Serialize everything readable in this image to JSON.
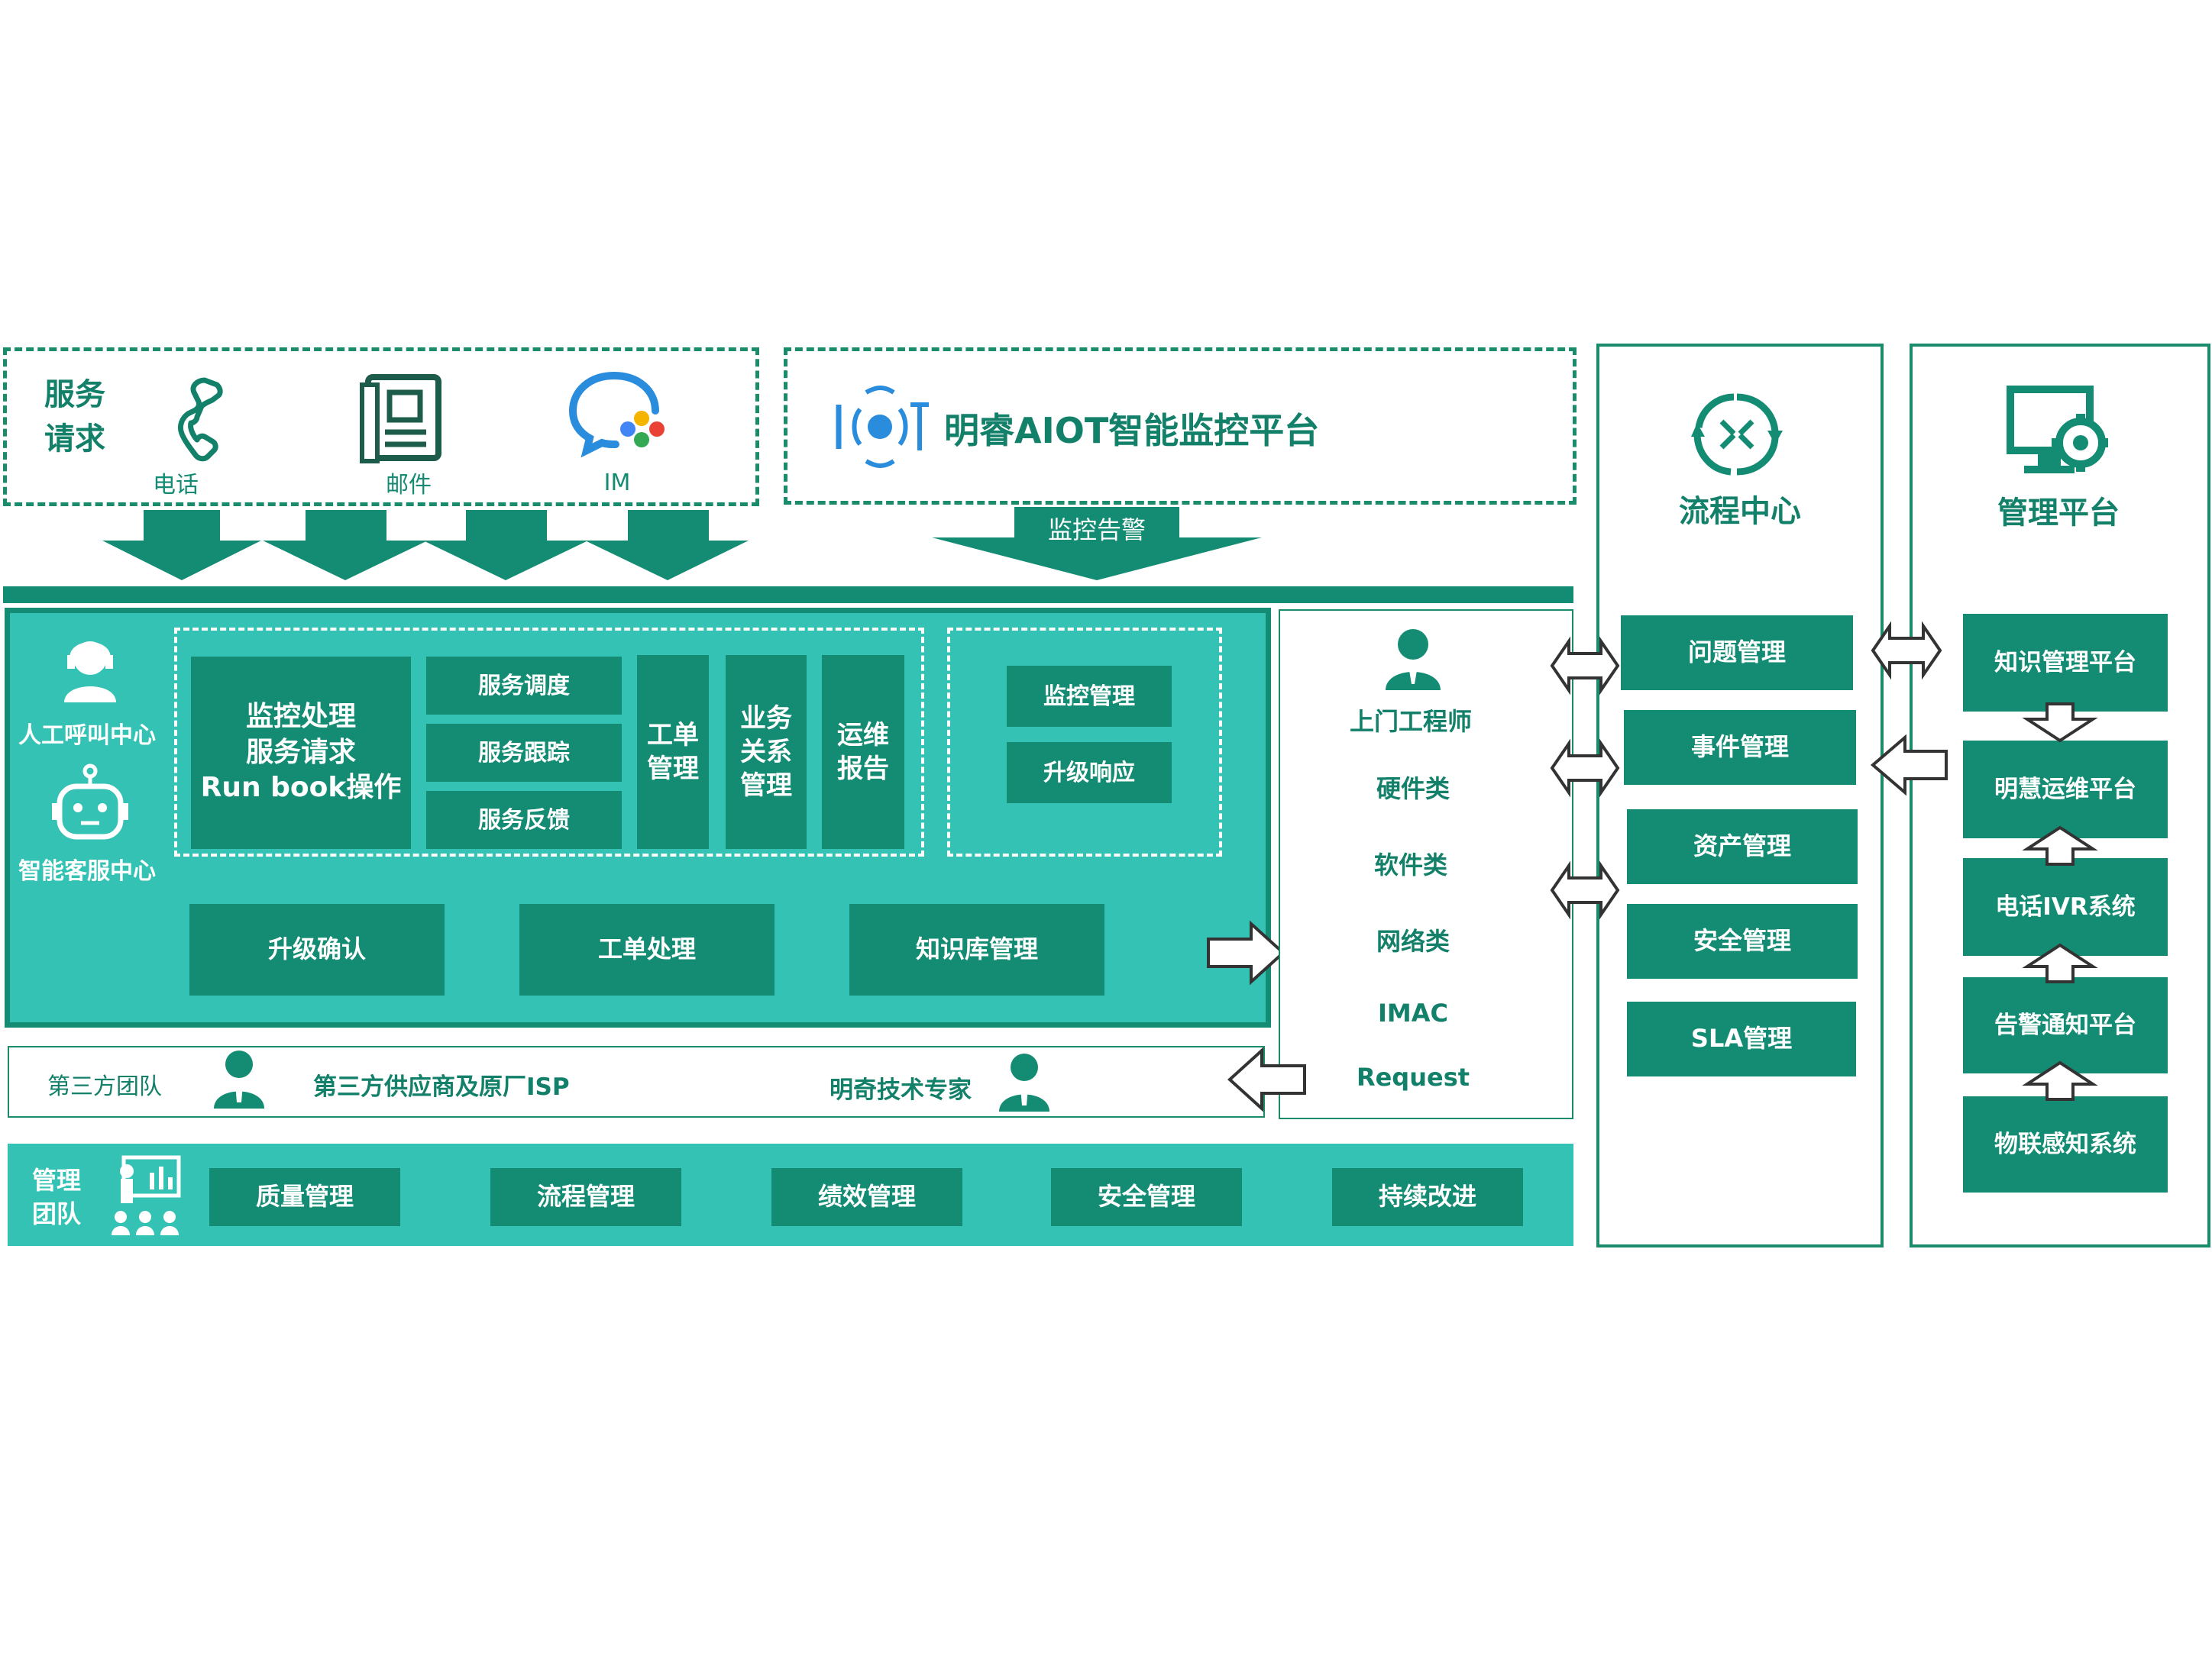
{
  "service_request": {
    "title_line1": "服务",
    "title_line2": "请求",
    "channels": [
      {
        "label": "电话",
        "icon": "phone-icon"
      },
      {
        "label": "邮件",
        "icon": "mail-icon"
      },
      {
        "label": "IM",
        "icon": "chat-icon"
      }
    ]
  },
  "iot_platform": {
    "title": "明睿AIOT智能监控平台",
    "icon": "iot-icon",
    "arrow_label": "监控告警"
  },
  "left_channels": {
    "human": "人工呼叫中心",
    "robot": "智能客服中心"
  },
  "main_block": {
    "core_lines": [
      "监控处理",
      "服务请求",
      "Run book操作"
    ],
    "service_items": [
      "服务调度",
      "服务跟踪",
      "服务反馈"
    ],
    "ticket_mgmt": [
      "工单",
      "管理"
    ],
    "biz_relation": [
      "业务",
      "关系",
      "管理"
    ],
    "ops_report": [
      "运维",
      "报告"
    ],
    "monitor_items": [
      "监控管理",
      "升级响应"
    ],
    "bottom_buttons": [
      "升级确认",
      "工单处理",
      "知识库管理"
    ]
  },
  "onsite": {
    "title": "上门工程师",
    "items": [
      "硬件类",
      "软件类",
      "网络类",
      "IMAC",
      "Request"
    ]
  },
  "third_party": {
    "team": "第三方团队",
    "vendor": "第三方供应商及原厂ISP",
    "expert": "明奇技术专家"
  },
  "management": {
    "title_line1": "管理",
    "title_line2": "团队",
    "items": [
      "质量管理",
      "流程管理",
      "绩效管理",
      "安全管理",
      "持续改进"
    ]
  },
  "process_center": {
    "title": "流程中心",
    "items": [
      "问题管理",
      "事件管理",
      "资产管理",
      "安全管理",
      "SLA管理"
    ]
  },
  "mgmt_platform": {
    "title": "管理平台",
    "items": [
      "知识管理平台",
      "明慧运维平台",
      "电话IVR系统",
      "告警通知平台",
      "物联感知系统"
    ]
  },
  "colors": {
    "primary": "#138c73",
    "light": "#33c2b3",
    "border": "#1a8c6c"
  }
}
